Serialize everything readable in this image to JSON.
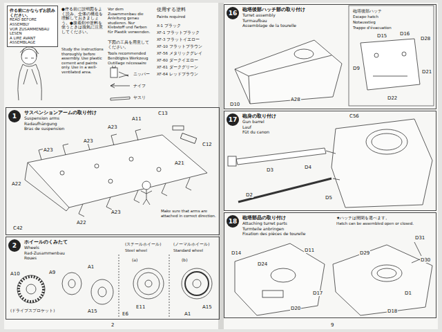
{
  "diagram": {
    "nodes": [
      {
        "text": [
          "作る前にかならずお読みください。",
          "READ BEFORE ASSEMBLY",
          "VOR ZUSAMMENBAU LESEN",
          "A LIRE AVANT ASSEMBLAGE"
        ]
      },
      {
        "text": [
          "サスペンションアームの取り付け",
          "Suspension arms",
          "Radaufhängung",
          "Bras de suspension"
        ]
      },
      {
        "text": [
          "1"
        ],
        "in": 1
      },
      {
        "text": [
          "ホイールのくみたて",
          "Wheels",
          "Rad-Zusammenbau",
          "Roues"
        ]
      },
      {
        "text": [
          "2"
        ],
        "in": 3
      },
      {
        "text": [
          "砲塔後部ハッチ部の取り付け",
          "Turret assembly",
          "Turmaufbau",
          "Assemblage de la tourelle"
        ]
      },
      {
        "text": [
          "16"
        ],
        "in": 5
      },
      {
        "text": [
          "砲身の取り付け",
          "Gun barrel",
          "Lauf",
          "Fût du canon"
        ]
      },
      {
        "text": [
          "17"
        ],
        "in": 7
      },
      {
        "text": [
          "砲塔部品の取り付け",
          "Attaching turret parts",
          "Turmteile anbringen",
          "Fixation des pièces de tourelle"
        ]
      },
      {
        "text": [
          "18"
        ],
        "in": 9
      }
    ],
    "labels": [
      "●作る前に説明図をよく読み、全体の構造を理解しておきましょう。●接着剤や塗料を使うときは換気に注意してください。",
      "Study the instructions thoroughly before assembly. Use plastic cement and paints only. Use in a well-ventilated area.",
      "Vor dem Zusammenbau die Anleitung genau studieren. Nur Klebstoff und Farben für Plastik verwenden.",
      "下図の工具を用意してください。",
      "Tools recommended",
      "Benötigtes Werkzeug",
      "Outillage nécessaire",
      "ニッパー",
      "ナイフ",
      "ヤスリ",
      "使用する塗料",
      "Paints required",
      "X-1 ブラック",
      "XF-1 フラットブラック",
      "XF-3 フラットイエロー",
      "XF-10 フラットブラウン",
      "XF-56 メタリックグレイ",
      "XF-60 ダークイエロー",
      "XF-61 ダークグリーン",
      "XF-64 レッドブラウン",
      "C13",
      "A11",
      "A23",
      "A23",
      "A23",
      "C12",
      "A21",
      "A22",
      "A23",
      "A22",
      "C42",
      "Make sure that arms are attached in correct direction.",
      "A10",
      "A9",
      "(ドライブスプロケット)",
      "A1",
      "A15",
      "(a)",
      "(スチールホイール)",
      "Steel wheel",
      "E11",
      "E6",
      "(b)",
      "(ノーマルホイール)",
      "Standard wheel",
      "A15",
      "A1",
      "D10",
      "A28",
      "砲塔後部ハッチ",
      "Escape hatch",
      "Notausstieg",
      "Trappe d'évacuation",
      "D15",
      "D16",
      "D28",
      "D21",
      "D9",
      "D22",
      "C56",
      "D3",
      "D4",
      "D2",
      "D5",
      "★ハッチは開閉を選べます。",
      "Hatch can be assembled open or closed.",
      "D14",
      "D24",
      "D11",
      "D17",
      "D20",
      "D29",
      "D31",
      "D30",
      "D1",
      "D18",
      "2",
      "9"
    ]
  }
}
